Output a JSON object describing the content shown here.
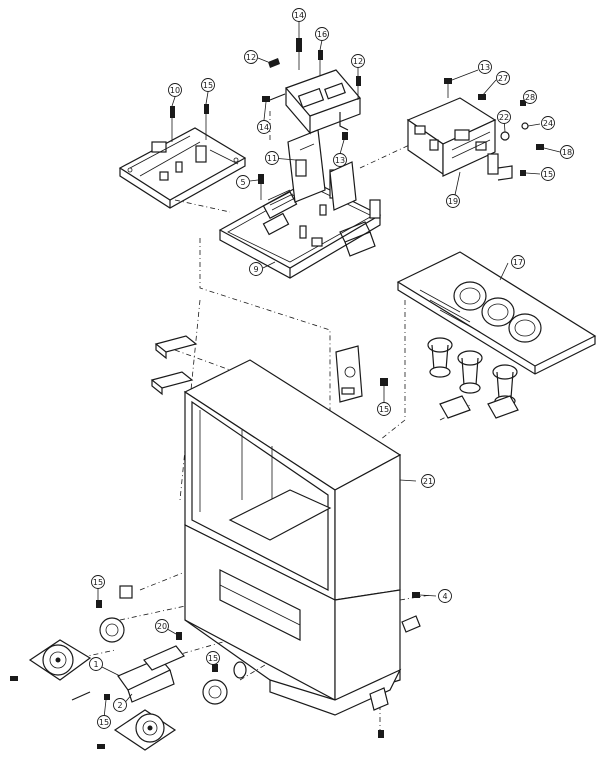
{
  "diagram": {
    "callouts": [
      {
        "id": "c14a",
        "label": "14"
      },
      {
        "id": "c12a",
        "label": "12"
      },
      {
        "id": "c16",
        "label": "16"
      },
      {
        "id": "c12b",
        "label": "12"
      },
      {
        "id": "c10",
        "label": "10"
      },
      {
        "id": "c15a",
        "label": "15"
      },
      {
        "id": "c14b",
        "label": "14"
      },
      {
        "id": "c11",
        "label": "11"
      },
      {
        "id": "c13a",
        "label": "13"
      },
      {
        "id": "c5",
        "label": "5"
      },
      {
        "id": "c13b",
        "label": "13"
      },
      {
        "id": "c27",
        "label": "27"
      },
      {
        "id": "c28",
        "label": "28"
      },
      {
        "id": "c22",
        "label": "22"
      },
      {
        "id": "c24",
        "label": "24"
      },
      {
        "id": "c18",
        "label": "18"
      },
      {
        "id": "c15b",
        "label": "15"
      },
      {
        "id": "c19",
        "label": "19"
      },
      {
        "id": "c17",
        "label": "17"
      },
      {
        "id": "c9",
        "label": "9"
      },
      {
        "id": "c15c",
        "label": "15"
      },
      {
        "id": "c21",
        "label": "21"
      },
      {
        "id": "c15d",
        "label": "15"
      },
      {
        "id": "c4",
        "label": "4"
      },
      {
        "id": "c20",
        "label": "20"
      },
      {
        "id": "c1",
        "label": "1"
      },
      {
        "id": "c15e",
        "label": "15"
      },
      {
        "id": "c2",
        "label": "2"
      },
      {
        "id": "c15f",
        "label": "15"
      }
    ]
  }
}
